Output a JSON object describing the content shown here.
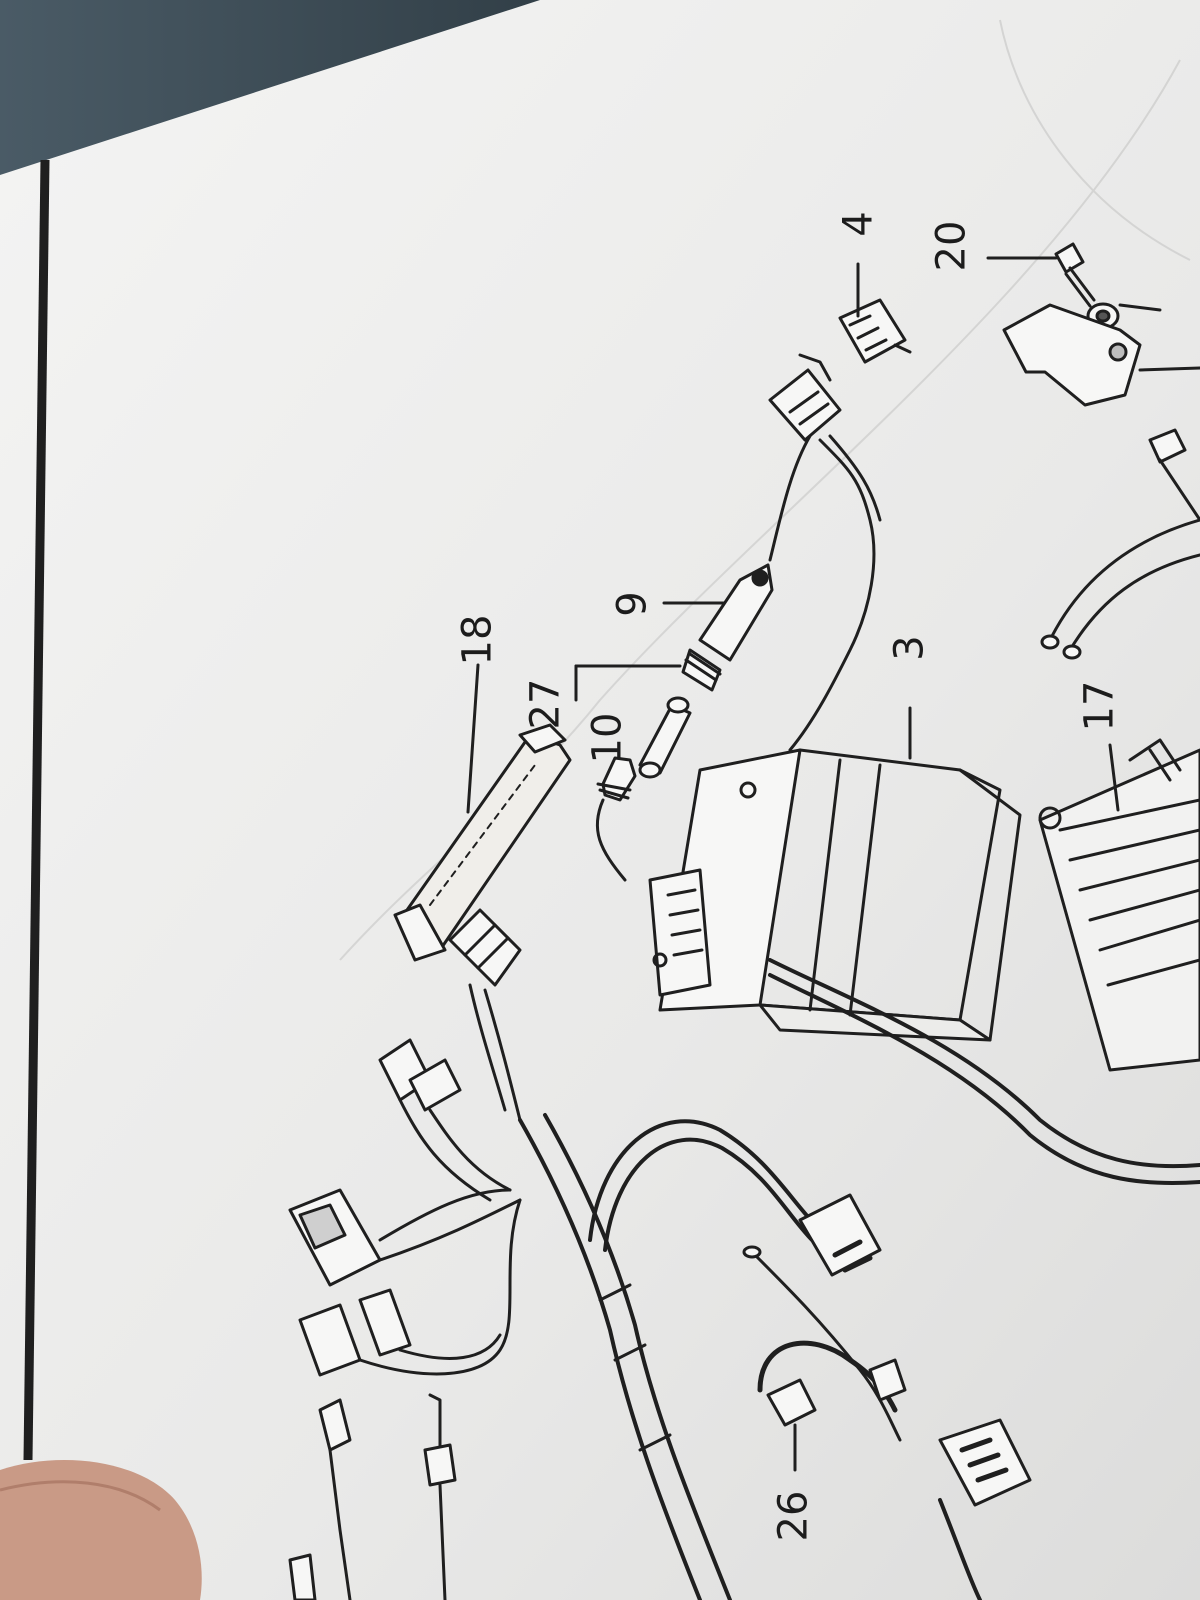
{
  "diagram": {
    "callouts": [
      {
        "id": "4",
        "label": "4"
      },
      {
        "id": "20",
        "label": "20"
      },
      {
        "id": "9",
        "label": "9"
      },
      {
        "id": "18",
        "label": "18"
      },
      {
        "id": "27",
        "label": "27"
      },
      {
        "id": "10",
        "label": "10"
      },
      {
        "id": "3",
        "label": "3"
      },
      {
        "id": "17",
        "label": "17"
      },
      {
        "id": "26",
        "label": "26"
      }
    ]
  },
  "colors": {
    "background": "#3d4a52",
    "paper": "#ededec",
    "ink": "#1c1c1c",
    "thumb": "#c99a86"
  }
}
